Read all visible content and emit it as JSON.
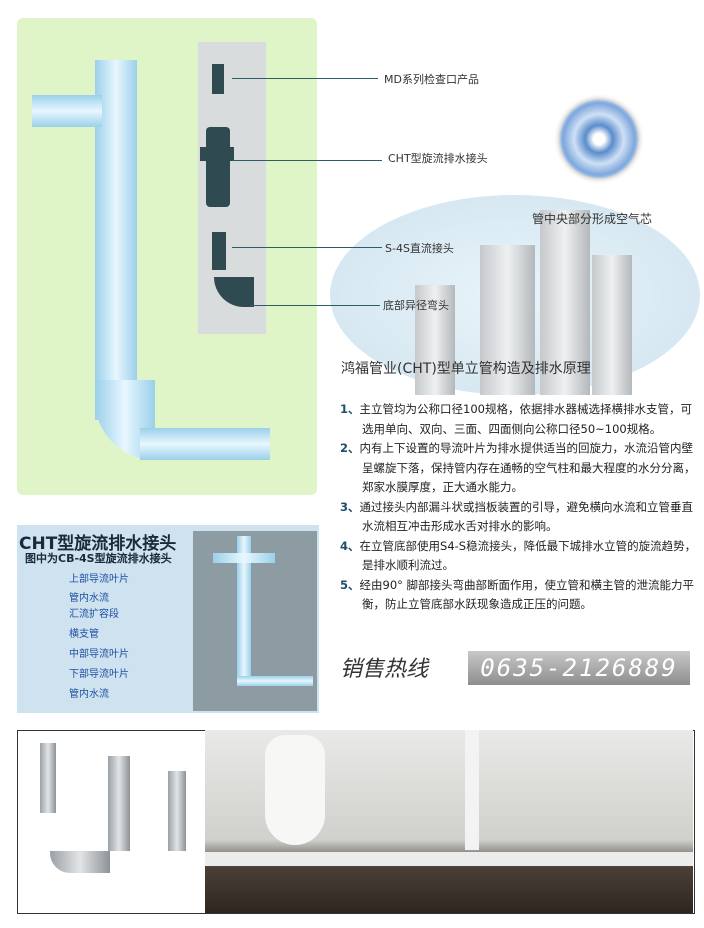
{
  "callouts": [
    "MD系列检查口产品",
    "CHT型旋流排水接头",
    "S-4S直流接头",
    "底部异径弯头"
  ],
  "air_core": "管中央部分形成空气芯",
  "principle_title": "鸿福管业(CHT)型单立管构造及排水原理",
  "points": [
    {
      "n": "1、",
      "t": "主立管均为公称口径100规格，依据排水器械选择横排水支管，可选用单向、双向、三面、四面侧向公称口径50~100规格。"
    },
    {
      "n": "2、",
      "t": "内有上下设置的导流叶片为排水提供适当的回旋力，水流沿管内壁呈螺旋下落，保持管内存在通畅的空气柱和最大程度的水分分离，郑家水膜厚度，正大通水能力。"
    },
    {
      "n": "3、",
      "t": "通过接头内部漏斗状或挡板装置的引导，避免横向水流和立管垂直水流相互冲击形成水舌对排水的影响。"
    },
    {
      "n": "4、",
      "t": "在立管底部使用S4-S稳流接头，降低最下城排水立管的旋流趋势，是排水顺利流过。"
    },
    {
      "n": "5、",
      "t": "经由90° 脚部接头弯曲部断面作用，使立管和横主管的泄流能力平衡，防止立管底部水跃现象造成正压的问题。"
    }
  ],
  "cht": {
    "title": "CHT型旋流排水接头",
    "subtitle": "图中为CB-4S型旋流排水接头",
    "labels": [
      "上部导流叶片",
      "管内水流",
      "汇流扩容段",
      "横支管",
      "中部导流叶片",
      "下部导流叶片",
      "管内水流"
    ]
  },
  "hotline": {
    "label": "销售热线",
    "phone": "0635-2126889"
  }
}
